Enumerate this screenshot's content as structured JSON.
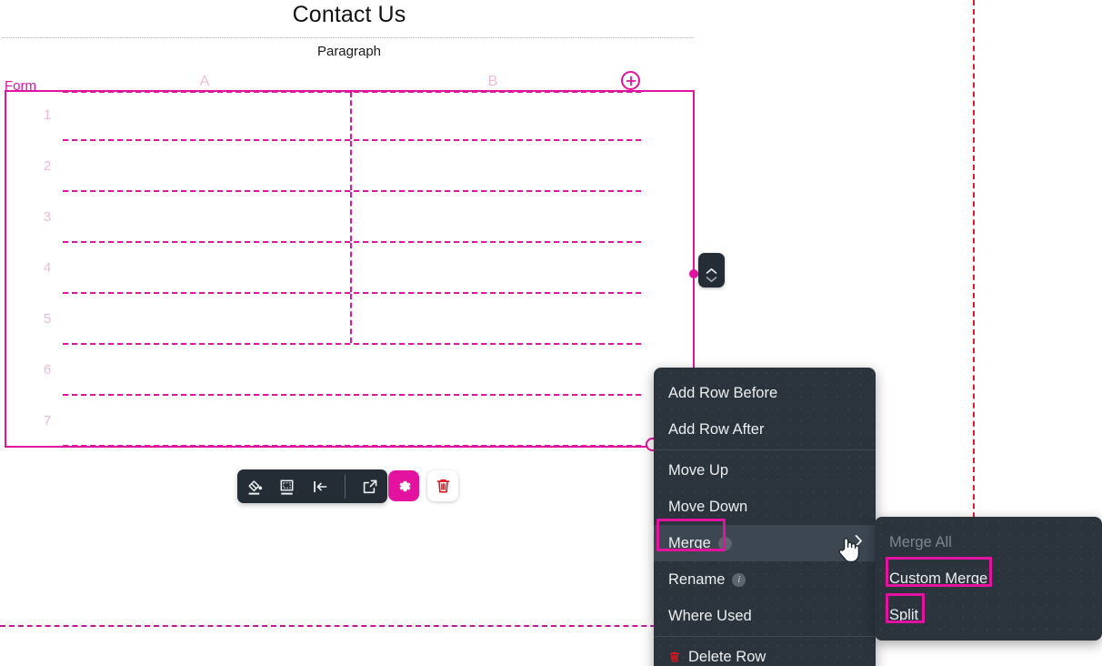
{
  "document": {
    "title": "Contact Us",
    "paragraph_label": "Paragraph"
  },
  "table": {
    "form_label": "Form",
    "columns": [
      {
        "label": "A"
      },
      {
        "label": "B"
      }
    ],
    "rows": [
      {
        "number": "1"
      },
      {
        "number": "2"
      },
      {
        "number": "3"
      },
      {
        "number": "4"
      },
      {
        "number": "5"
      },
      {
        "number": "6"
      },
      {
        "number": "7"
      }
    ],
    "add_column_icon": "plus-circle-icon",
    "resize_handle_icon": "resize-handle-icon"
  },
  "stepper": {
    "up_icon": "chevron-up-icon",
    "down_icon": "chevron-down-icon"
  },
  "toolbar": {
    "items": [
      {
        "name": "fill-color-icon"
      },
      {
        "name": "border-style-icon"
      },
      {
        "name": "align-indent-icon"
      },
      {
        "name": "open-external-icon"
      }
    ],
    "settings_icon": "gear-icon",
    "delete_icon": "trash-icon",
    "accent_color": "#e313a0",
    "background_color": "#242d36"
  },
  "context_menu": {
    "items": [
      {
        "label": "Add Row Before",
        "hovered": false,
        "info": false
      },
      {
        "label": "Add Row After",
        "hovered": false,
        "info": false
      },
      {
        "label": "Move Up",
        "hovered": false,
        "info": false
      },
      {
        "label": "Move Down",
        "hovered": false,
        "info": false
      },
      {
        "label": "Merge",
        "hovered": true,
        "info": true,
        "submenu": true
      },
      {
        "label": "Rename",
        "hovered": false,
        "info": true
      },
      {
        "label": "Where Used",
        "hovered": false,
        "info": false
      },
      {
        "label": "Delete Row",
        "hovered": false,
        "info": false,
        "danger": true
      }
    ],
    "submenu_arrow_icon": "chevron-right-icon",
    "delete_icon": "trash-icon",
    "info_badge": "i",
    "background_color": "#2b343d",
    "hover_color": "#3c4752"
  },
  "sub_menu": {
    "items": [
      {
        "label": "Merge All",
        "disabled": true
      },
      {
        "label": "Custom Merge",
        "disabled": false
      },
      {
        "label": "Split",
        "disabled": false
      }
    ]
  },
  "guides": {
    "margin_color": "#e8192c",
    "selection_color": "#e313a0"
  },
  "cursor": {
    "icon": "pointing-hand-cursor"
  }
}
